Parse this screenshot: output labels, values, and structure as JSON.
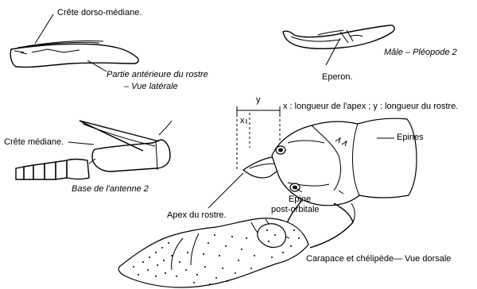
{
  "labels": {
    "crete_dorso": "Crête dorso-médiane.",
    "partie_line1": "Partie antérieure du rostre",
    "partie_line2": "– Vue latérale",
    "male": "Mâle – Pléopode 2",
    "eperon": "Eperon.",
    "y": "y",
    "x": "x",
    "longueur": "x : longueur de l'apex ; y : longueur du rostre.",
    "epines": "Epines",
    "crete_mediane": "Crête médiane.",
    "base": "Base de l'antenne 2",
    "epine_line1": "Epine",
    "epine_line2": "post-orbitale",
    "apex": "Apex du rostre.",
    "carapace": "Carapace et chélipède— Vue dorsale"
  }
}
